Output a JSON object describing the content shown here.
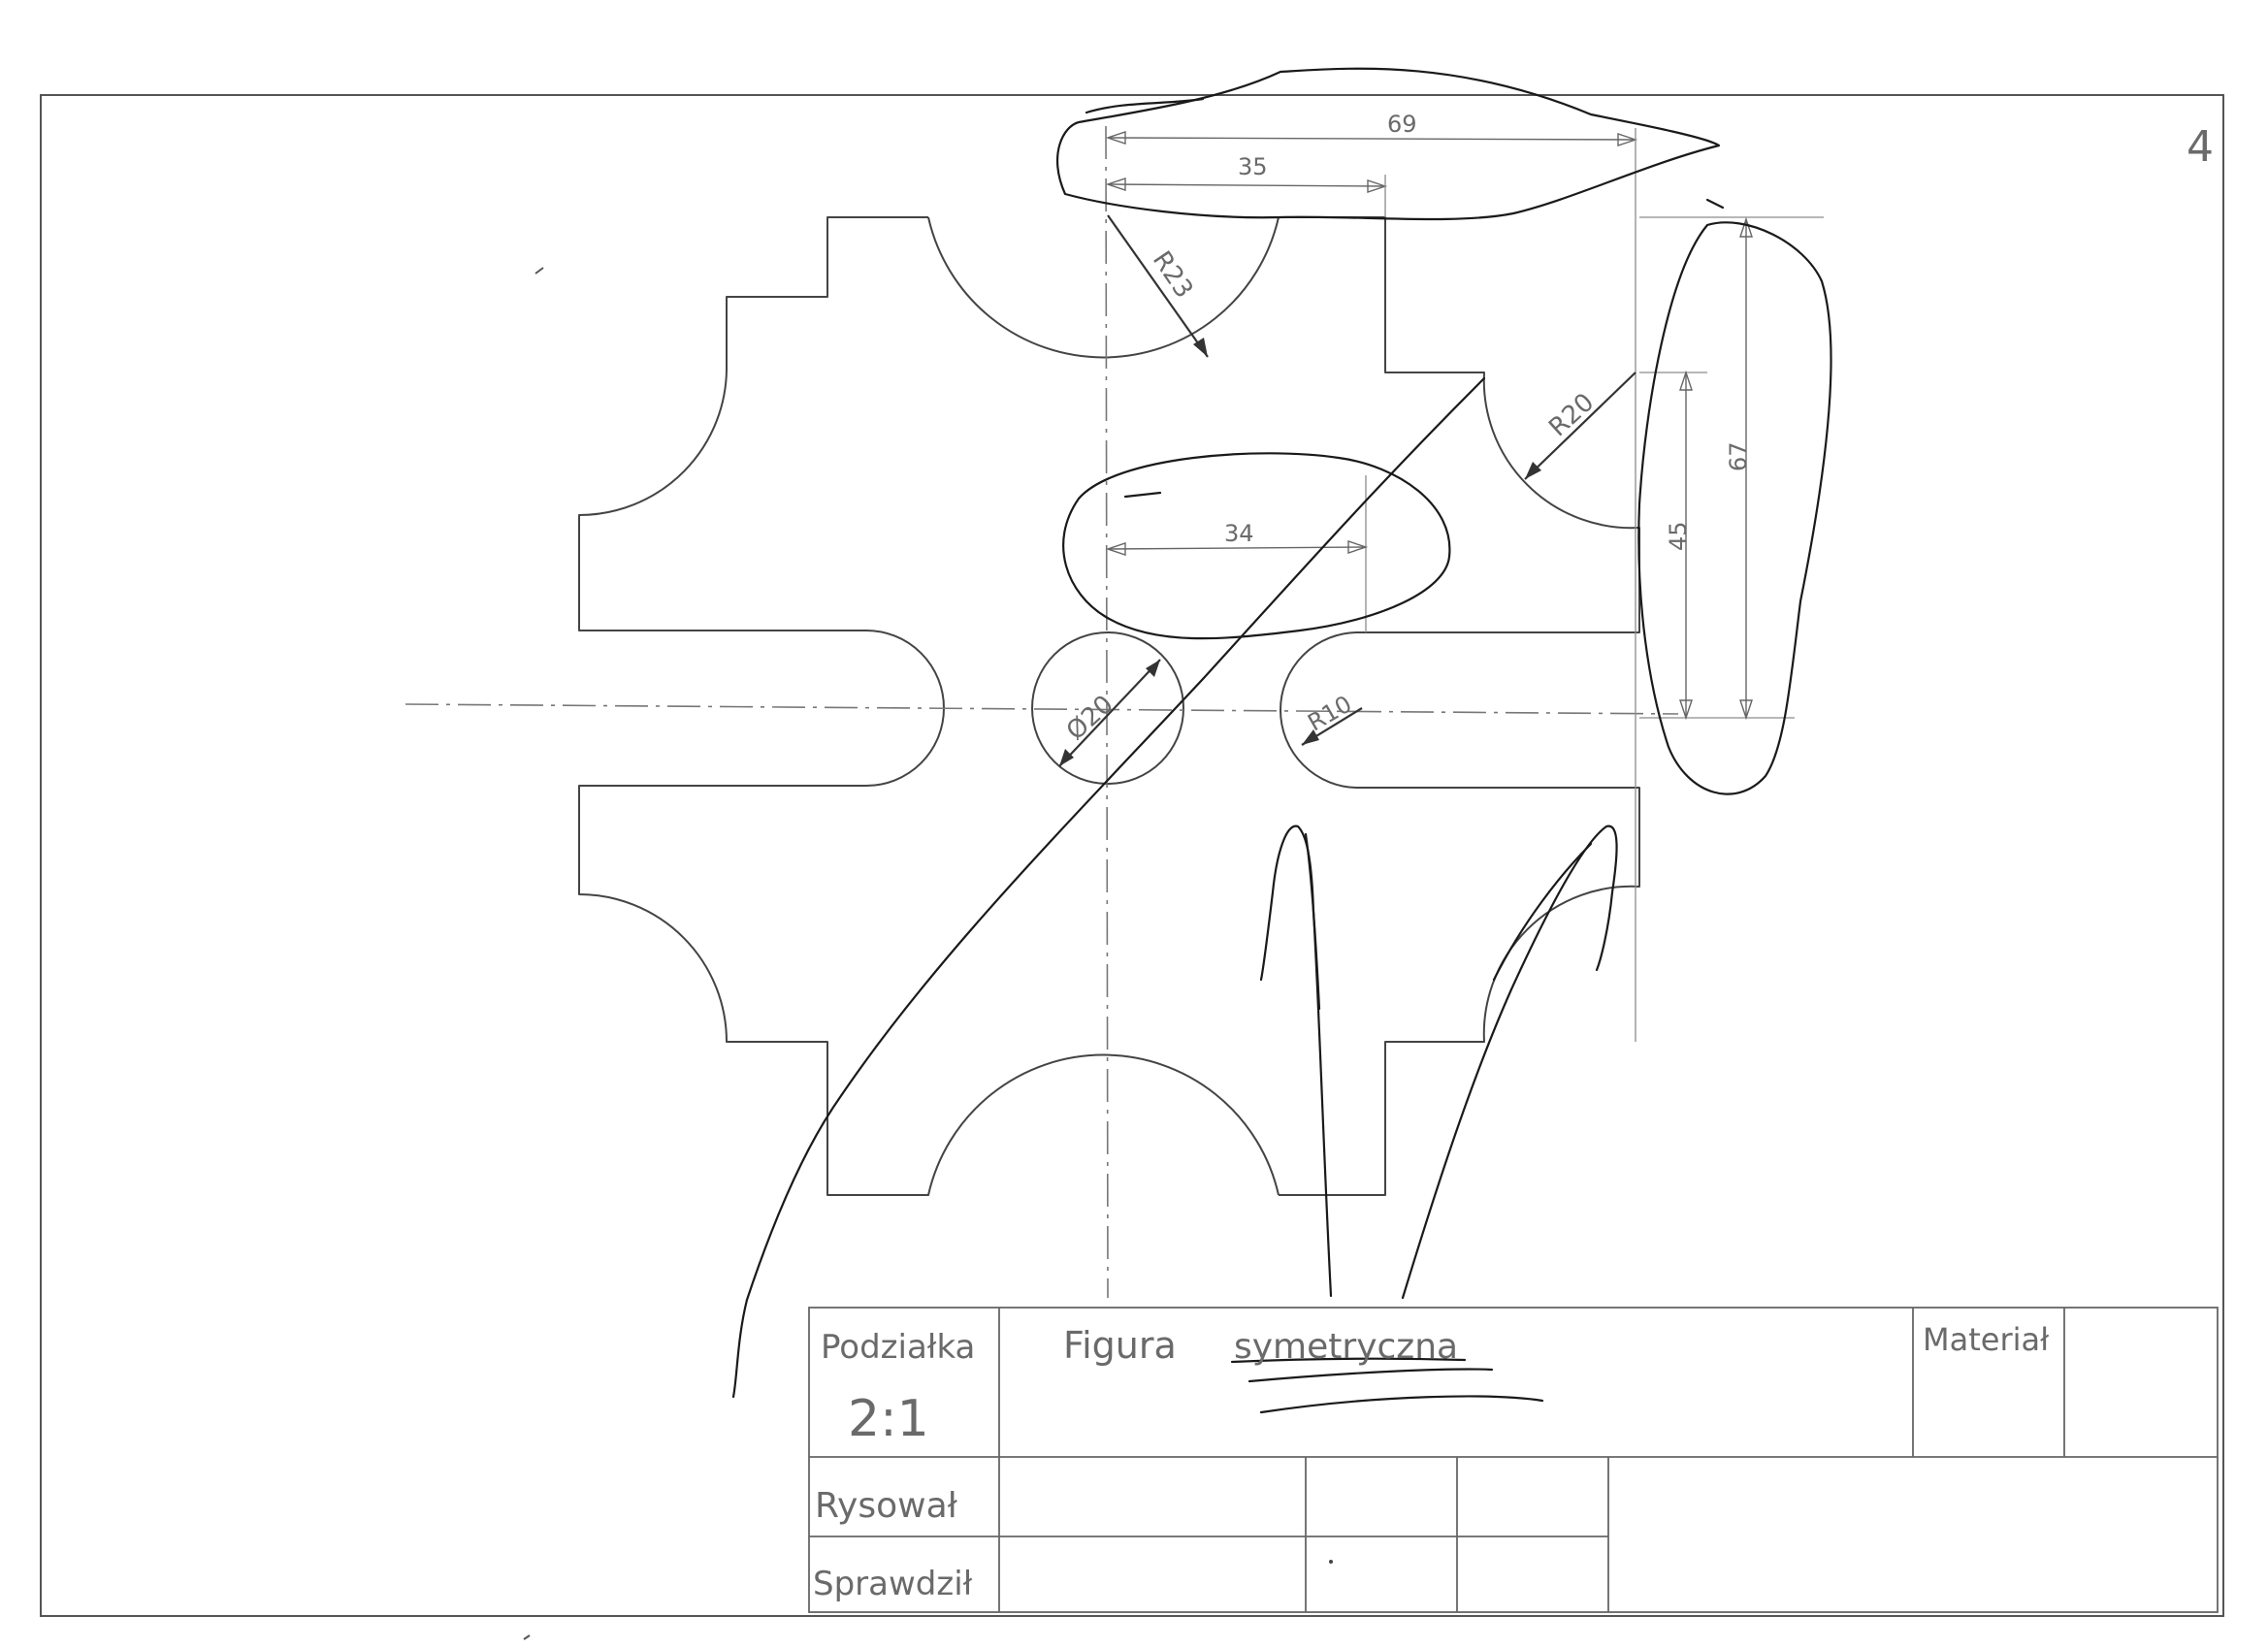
{
  "page_number": "4",
  "dimensions": {
    "d69": "69",
    "d35": "35",
    "r23": "R23",
    "r20": "R20",
    "d34": "34",
    "d67": "67",
    "d45": "45",
    "dia20": "Ø20",
    "r10": "R10"
  },
  "title_block": {
    "scale_label": "Podziałka",
    "scale_value": "2:1",
    "title_word1": "Figura",
    "title_word2": "symetryczna",
    "material_label": "Materiał",
    "drawn_label": "Rysował",
    "checked_label": "Sprawdził"
  }
}
